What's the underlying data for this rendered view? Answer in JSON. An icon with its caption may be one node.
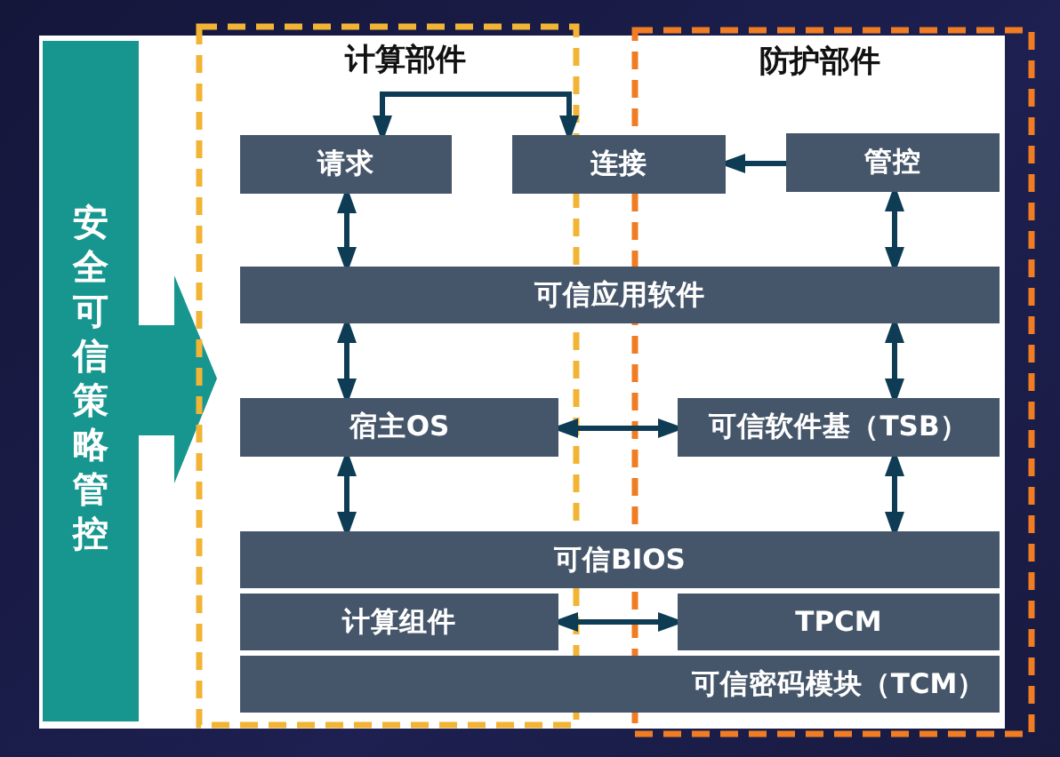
{
  "diagram": {
    "nodes": [
      {
        "text": [
          "安全可信策略管控"
        ]
      },
      {
        "text": [
          "计算部件"
        ]
      },
      {
        "text": [
          "防护部件"
        ]
      },
      {
        "text": [
          "请求"
        ],
        "in": 1
      },
      {
        "text": [
          "连接"
        ]
      },
      {
        "text": [
          "管控"
        ],
        "in": 2
      },
      {
        "text": [
          "可信应用软件"
        ]
      },
      {
        "text": [
          "宿主OS"
        ],
        "in": 1
      },
      {
        "text": [
          "可信软件基（TSB）"
        ],
        "in": 2
      },
      {
        "text": [
          "可信BIOS"
        ]
      },
      {
        "text": [
          "计算组件"
        ],
        "in": 1
      },
      {
        "text": [
          "TPCM"
        ],
        "in": 2
      },
      {
        "text": [
          "可信密码模块（TCM）"
        ]
      }
    ],
    "edges": [
      {
        "from": 3,
        "to": 4,
        "arrow": "both"
      },
      {
        "from": 5,
        "to": 4,
        "arrow": "to"
      },
      {
        "from": 3,
        "to": 6,
        "arrow": "both"
      },
      {
        "from": 5,
        "to": 6,
        "arrow": "both"
      },
      {
        "from": 6,
        "to": 7,
        "arrow": "both"
      },
      {
        "from": 6,
        "to": 8,
        "arrow": "both"
      },
      {
        "from": 7,
        "to": 8,
        "arrow": "both"
      },
      {
        "from": 7,
        "to": 9,
        "arrow": "both"
      },
      {
        "from": 8,
        "to": 9,
        "arrow": "both"
      },
      {
        "from": 10,
        "to": 11,
        "arrow": "both"
      }
    ]
  }
}
